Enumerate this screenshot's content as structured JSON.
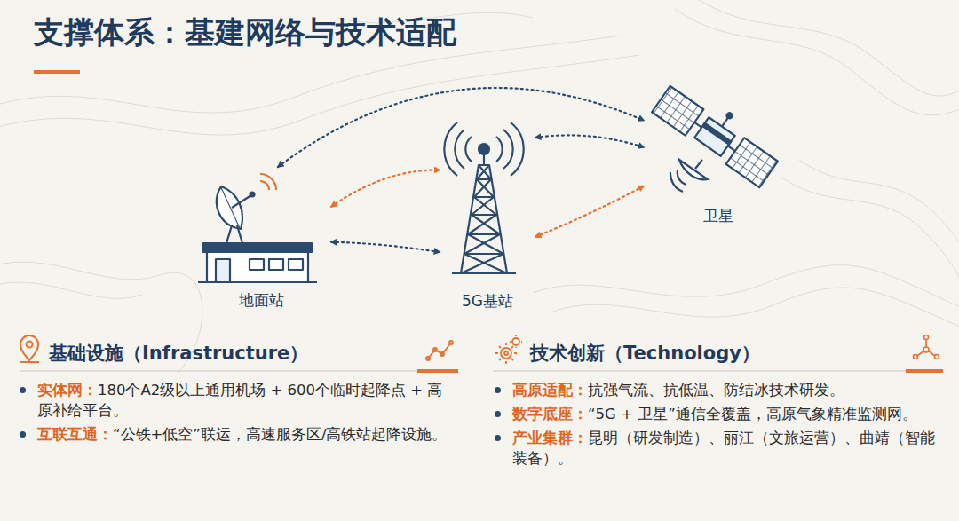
{
  "diagram": {
    "title": "支撑体系：基建网络与技术适配",
    "nodes": [
      {
        "text": [
          "地面站"
        ]
      },
      {
        "text": [
          "5G基站"
        ]
      },
      {
        "text": [
          "卫星"
        ]
      }
    ],
    "edges": [
      {
        "from": 0,
        "to": 2,
        "arrow": "both"
      },
      {
        "from": 0,
        "to": 1,
        "arrow": "both"
      },
      {
        "from": 0,
        "to": 1,
        "arrow": "both"
      },
      {
        "from": 1,
        "to": 2,
        "arrow": "both"
      },
      {
        "from": 1,
        "to": 2,
        "arrow": "both"
      }
    ],
    "labels": [
      "基础设施（Infrastructure）",
      "实体网：",
      "180个A2级以上通用机场 + 600个临时起降点 + 高原补给平台。",
      "互联互通：",
      "“公铁+低空”联运，高速服务区/高铁站起降设施。",
      "技术创新（Technology）",
      "高原适配：",
      "抗强气流、抗低温、防结冰技术研发。",
      "数字底座：",
      "“5G + 卫星”通信全覆盖，高原气象精准监测网。",
      "产业集群：",
      "昆明（研发制造）、丽江（文旅运营）、曲靖（智能装备）。"
    ]
  }
}
